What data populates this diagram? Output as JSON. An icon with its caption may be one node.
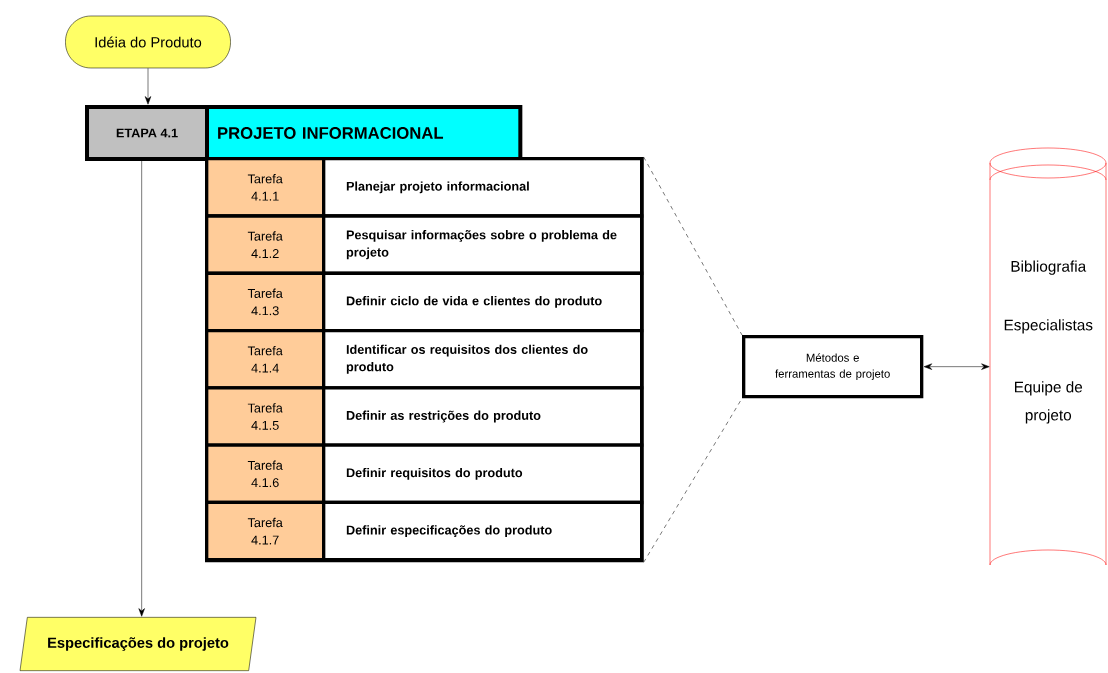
{
  "diagram": {
    "nodes": [
      {
        "text": [
          "Idéia do Produto"
        ]
      },
      {
        "text": [
          "ETAPA 4.1"
        ]
      },
      {
        "text": [
          "PROJETO INFORMACIONAL"
        ]
      },
      {
        "text": [],
        "shape": "box"
      },
      {
        "text": [
          "Tarefa 4.1.1"
        ],
        "in": 3
      },
      {
        "text": [
          "Planejar projeto informacional"
        ],
        "in": 3
      },
      {
        "text": [
          "Tarefa 4.1.2"
        ],
        "in": 3
      },
      {
        "text": [
          "Pesquisar informações sobre o problema de projeto"
        ],
        "in": 3
      },
      {
        "text": [
          "Tarefa 4.1.3"
        ],
        "in": 3
      },
      {
        "text": [
          "Definir ciclo de vida e clientes do produto"
        ],
        "in": 3
      },
      {
        "text": [
          "Tarefa 4.1.4"
        ],
        "in": 3
      },
      {
        "text": [
          "Identificar os requisitos dos clientes do produto"
        ],
        "in": 3
      },
      {
        "text": [
          "Tarefa 4.1.5"
        ],
        "in": 3
      },
      {
        "text": [
          "Definir as restrições do produto"
        ],
        "in": 3
      },
      {
        "text": [
          "Tarefa 4.1.6"
        ],
        "in": 3
      },
      {
        "text": [
          "Definir requisitos do produto"
        ],
        "in": 3
      },
      {
        "text": [
          "Tarefa 4.1.7"
        ],
        "in": 3
      },
      {
        "text": [
          "Definir especificações do produto"
        ],
        "in": 3
      },
      {
        "text": [
          "Métodos e ferramentas de projeto"
        ]
      },
      {
        "text": [
          "Bibliografia",
          "Especialistas",
          "Equipe de projeto"
        ]
      },
      {
        "text": [
          "Especificações do projeto"
        ]
      }
    ],
    "edges": [
      {
        "from": 0,
        "to": 1,
        "arrow": "to"
      },
      {
        "from": 1,
        "to": 20,
        "arrow": "to"
      },
      {
        "from": 3,
        "to": 18,
        "arrow": "none",
        "style": "dashed"
      },
      {
        "from": 3,
        "to": 18,
        "arrow": "none",
        "style": "dashed"
      },
      {
        "from": 18,
        "to": 19,
        "arrow": "both"
      }
    ]
  }
}
